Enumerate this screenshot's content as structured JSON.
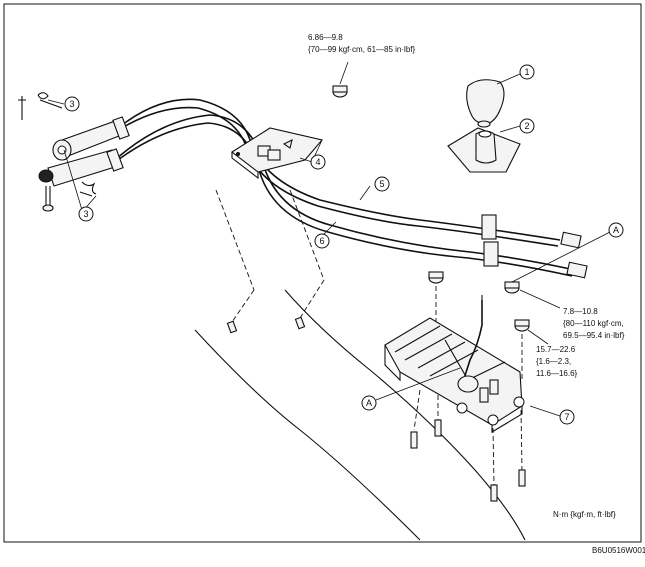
{
  "diagram": {
    "callouts": [
      {
        "id": "c1",
        "label": "1"
      },
      {
        "id": "c2",
        "label": "2"
      },
      {
        "id": "c3a",
        "label": "3"
      },
      {
        "id": "c3b",
        "label": "3"
      },
      {
        "id": "c4",
        "label": "4"
      },
      {
        "id": "c5",
        "label": "5"
      },
      {
        "id": "c6",
        "label": "6"
      },
      {
        "id": "c7",
        "label": "7"
      },
      {
        "id": "cA1",
        "label": "A"
      },
      {
        "id": "cA2",
        "label": "A"
      }
    ],
    "torques": {
      "t1": {
        "line1": "6.86—9.8",
        "line2": "{70—99 kgf·cm, 61—85 in·lbf}"
      },
      "t2": {
        "line1": "7.8—10.8",
        "line2": "{80—110 kgf·cm,",
        "line3": "69.5—95.4 in·lbf}"
      },
      "t3": {
        "line1": "15.7—22.6",
        "line2": "{1.6—2.3,",
        "line3": "11.6—16.6}"
      }
    },
    "unit_note": "N·m {kgf·m, ft·lbf}",
    "figure_code": "B6U0516W001"
  }
}
